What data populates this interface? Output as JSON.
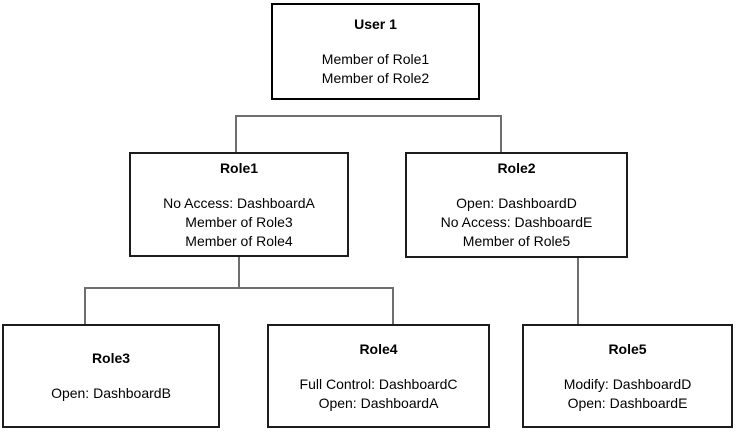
{
  "diagram": {
    "nodes": [
      {
        "id": "user1",
        "title": "User 1",
        "lines": [
          "Member of Role1",
          "Member of Role2"
        ]
      },
      {
        "id": "role1",
        "title": "Role1",
        "lines": [
          "No Access: DashboardA",
          "Member of Role3",
          "Member of Role4"
        ]
      },
      {
        "id": "role2",
        "title": "Role2",
        "lines": [
          "Open: DashboardD",
          "No Access: DashboardE",
          "Member of Role5"
        ]
      },
      {
        "id": "role3",
        "title": "Role3",
        "lines": [
          "Open: DashboardB"
        ]
      },
      {
        "id": "role4",
        "title": "Role4",
        "lines": [
          "Full Control: DashboardC",
          "Open: DashboardA"
        ]
      },
      {
        "id": "role5",
        "title": "Role5",
        "lines": [
          "Modify: DashboardD",
          "Open: DashboardE"
        ]
      }
    ],
    "colors": {
      "background": "#ffffff",
      "box_border": "#1c1c1c",
      "connector": "#6e6e6e",
      "text": "#000000"
    }
  }
}
